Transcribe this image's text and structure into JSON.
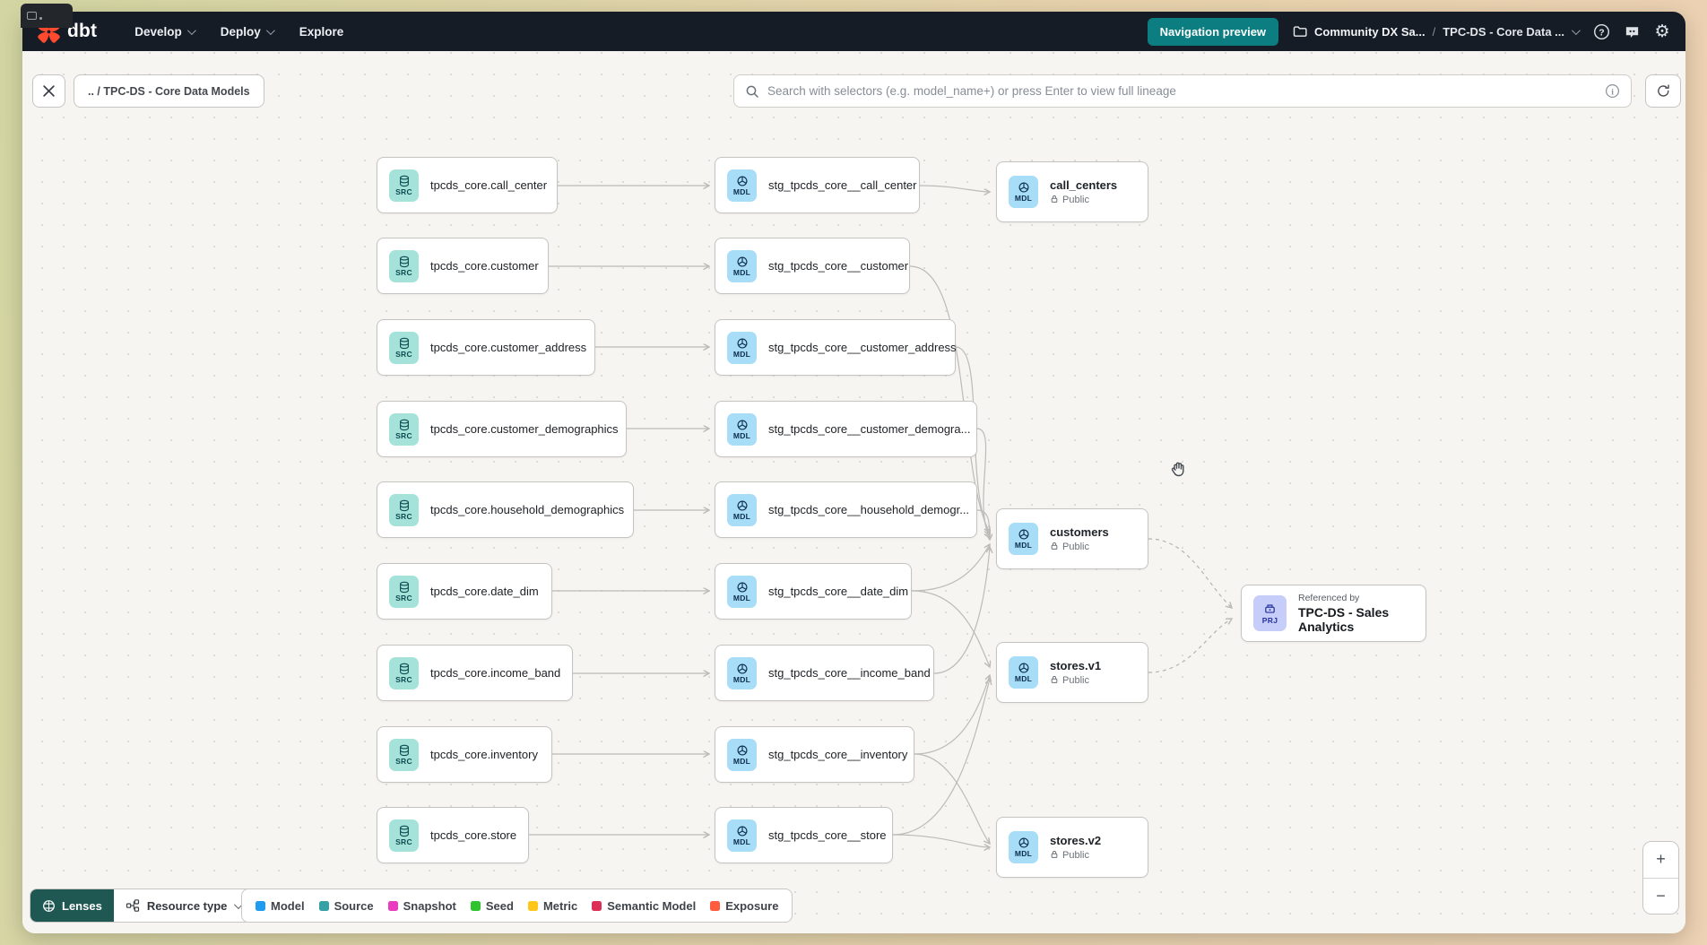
{
  "navbar": {
    "logo_text": "dbt",
    "menu_items": [
      {
        "label": "Develop"
      },
      {
        "label": "Deploy"
      },
      {
        "label": "Explore"
      }
    ],
    "preview_button": "Navigation preview",
    "breadcrumb": {
      "project": "Community DX Sa...",
      "separator": "/",
      "page": "TPC-DS - Core Data ..."
    }
  },
  "toolbar": {
    "lineage_breadcrumb": ".. / TPC-DS - Core Data Models",
    "search_placeholder": "Search with selectors (e.g. model_name+) or press Enter to view full lineage"
  },
  "graph": {
    "source_badge": "SRC",
    "model_badge": "MDL",
    "project_badge": "PRJ",
    "sources": [
      {
        "label": "tpcds_core.call_center"
      },
      {
        "label": "tpcds_core.customer"
      },
      {
        "label": "tpcds_core.customer_address"
      },
      {
        "label": "tpcds_core.customer_demographics"
      },
      {
        "label": "tpcds_core.household_demographics"
      },
      {
        "label": "tpcds_core.date_dim"
      },
      {
        "label": "tpcds_core.income_band"
      },
      {
        "label": "tpcds_core.inventory"
      },
      {
        "label": "tpcds_core.store"
      }
    ],
    "staging": [
      {
        "label": "stg_tpcds_core__call_center"
      },
      {
        "label": "stg_tpcds_core__customer"
      },
      {
        "label": "stg_tpcds_core__customer_address"
      },
      {
        "label": "stg_tpcds_core__customer_demogra..."
      },
      {
        "label": "stg_tpcds_core__household_demogr..."
      },
      {
        "label": "stg_tpcds_core__date_dim"
      },
      {
        "label": "stg_tpcds_core__income_band"
      },
      {
        "label": "stg_tpcds_core__inventory"
      },
      {
        "label": "stg_tpcds_core__store"
      }
    ],
    "marts": [
      {
        "label": "call_centers",
        "access": "Public"
      },
      {
        "label": "customers",
        "access": "Public"
      },
      {
        "label": "stores.v1",
        "access": "Public"
      },
      {
        "label": "stores.v2",
        "access": "Public"
      }
    ],
    "project_node": {
      "caption": "Referenced by",
      "label": "TPC-DS - Sales Analytics"
    }
  },
  "legend": {
    "lenses_label": "Lenses",
    "resource_type_label": "Resource type",
    "items": [
      {
        "label": "Model",
        "color": "#1f9bef"
      },
      {
        "label": "Source",
        "color": "#35a1a5"
      },
      {
        "label": "Snapshot",
        "color": "#e93cbe"
      },
      {
        "label": "Seed",
        "color": "#30c330"
      },
      {
        "label": "Metric",
        "color": "#ffc61a"
      },
      {
        "label": "Semantic Model",
        "color": "#dd2e57"
      },
      {
        "label": "Exposure",
        "color": "#fe5c3c"
      }
    ]
  },
  "zoom_controls": {
    "zoom_in": "+",
    "zoom_out": "−"
  }
}
